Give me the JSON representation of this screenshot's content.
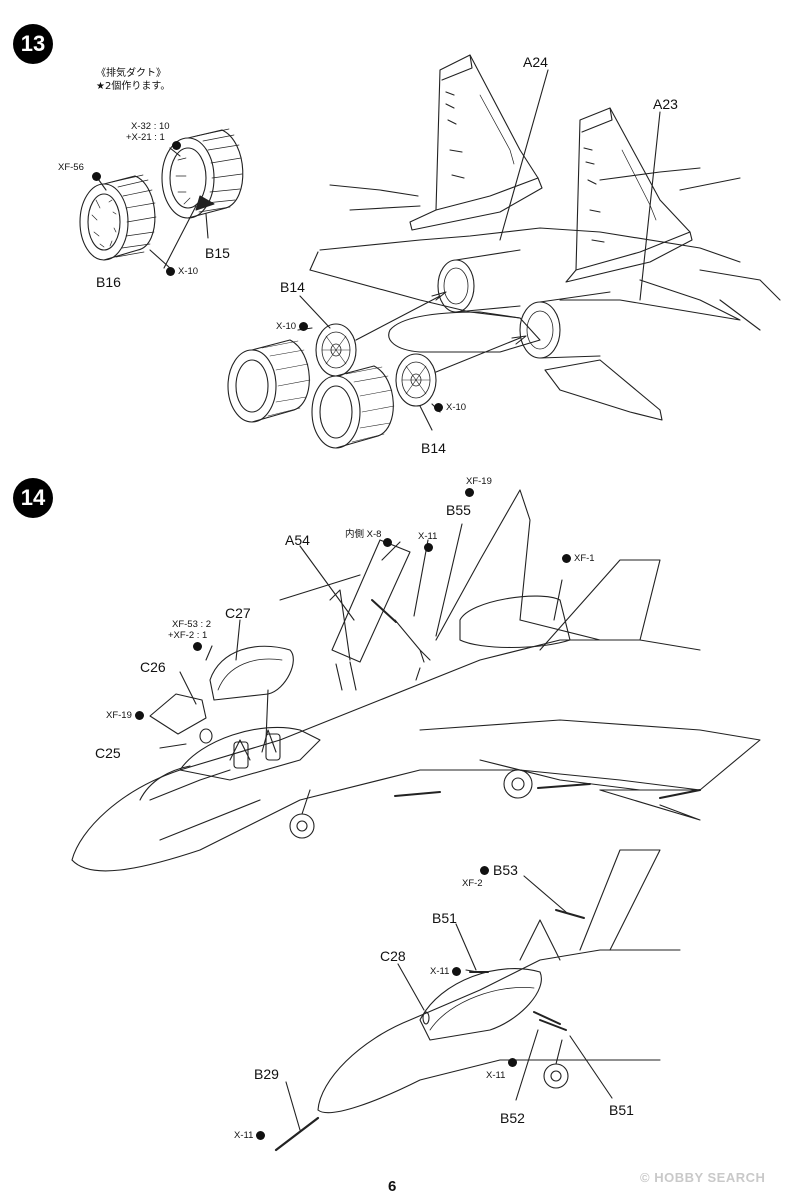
{
  "page": {
    "number": "6",
    "watermark": "© HOBBY SEARCH"
  },
  "step13": {
    "badge": "13",
    "note_line1": "《排気ダクト》",
    "note_line2": "★2個作ります。",
    "parts": {
      "a24": "A24",
      "a23": "A23",
      "b15": "B15",
      "b16": "B16",
      "b14_upper": "B14",
      "b14_lower": "B14"
    },
    "paints": {
      "xf56": "XF-56",
      "mix_line1": "X-32 : 10",
      "mix_line2": "+X-21 : 1",
      "x10_a": "X-10",
      "x10_b": "X-10",
      "x10_c": "X-10"
    }
  },
  "step14": {
    "badge": "14",
    "parts": {
      "a54": "A54",
      "b55": "B55",
      "c27": "C27",
      "c26": "C26",
      "c25": "C25",
      "b53": "B53",
      "b51_upper": "B51",
      "c28": "C28",
      "b29": "B29",
      "b52": "B52",
      "b51_lower": "B51"
    },
    "paints": {
      "xf19_top": "XF-19",
      "x8_inner": "内側 X-8",
      "x11_a": "X-11",
      "xf1": "XF-1",
      "mix_line1": "XF-53 : 2",
      "mix_line2": "+XF-2 : 1",
      "xf19_left": "XF-19",
      "xf2": "XF-2",
      "x11_b": "X-11",
      "x11_c": "X-11",
      "x11_d": "X-11"
    }
  }
}
